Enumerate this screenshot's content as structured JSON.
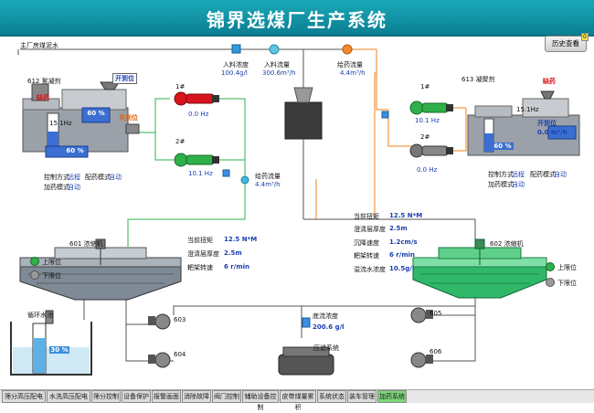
{
  "title": "锦界选煤厂生产系统",
  "history_button": "历史查看",
  "history_badge": "0",
  "main_plant": "主厂房煤泥水",
  "feed": {
    "conc_label": "入料浓度",
    "conc_value": "100.4g/l",
    "flow_label": "入料流量",
    "flow_value": "300.6m³/h"
  },
  "dosing_top": {
    "label": "给药流量",
    "value": "4.4m³/h"
  },
  "dosing_left": {
    "label": "给药流量",
    "value": "4.4m³/h"
  },
  "left_agent": {
    "title": "612 絮凝剂",
    "fault": "缺药",
    "freq": "15.1Hz",
    "open": "开到位",
    "close": "关到位",
    "pct1": "60 %",
    "pct2": "60 %",
    "ctrl_label": "控制方式",
    "ctrl_value": "远程",
    "mix_label": "配药模式",
    "mix_value": "自动",
    "add_label": "加药模式",
    "add_value": "自动"
  },
  "right_agent": {
    "title": "613 凝聚剂",
    "fault": "缺药",
    "freq": "15.1Hz",
    "open": "开到位",
    "flow": "0.0 m³/h",
    "pct": "60 %",
    "ctrl_label": "控制方式",
    "ctrl_value": "远程",
    "mix_label": "配药模式",
    "mix_value": "自动",
    "add_label": "加药模式",
    "add_value": "自动"
  },
  "pumps_left": [
    {
      "name": "1#",
      "freq": "0.0 Hz"
    },
    {
      "name": "2#",
      "freq": "10.1 Hz"
    }
  ],
  "pumps_right": [
    {
      "name": "1#",
      "freq": "10.1 Hz"
    },
    {
      "name": "2#",
      "freq": "0.0 Hz"
    }
  ],
  "thickener_left": {
    "title": "601 浓缩机",
    "torque_label": "当前扭矩",
    "torque_value": "12.5 N*M",
    "clear_label": "澄清层厚度",
    "clear_value": "2.5m",
    "speed_label": "耙架转速",
    "speed_value": "6 r/min",
    "upper": "上限位",
    "lower": "下限位"
  },
  "thickener_right": {
    "title": "602 浓缩机",
    "torque_label": "当前扭矩",
    "torque_value": "12.5 N*M",
    "clear_label": "澄清层厚度",
    "clear_value": "2.5m",
    "sink_label": "沉降速度",
    "sink_value": "1.2cm/s",
    "speed_label": "耙架转速",
    "speed_value": "6 r/min",
    "overflow_label": "溢流水浓度",
    "overflow_value": "10.5g/l",
    "upper": "上限位",
    "lower": "下限位"
  },
  "circ_pool": {
    "title": "循环水池",
    "pct": "30 %"
  },
  "underflow": {
    "label": "底流浓度",
    "value": "200.6 g/l"
  },
  "press_system": "压滤系统",
  "pump_labels": [
    "603",
    "604",
    "605",
    "606"
  ],
  "tabs": [
    "筛分高压配电",
    "水洗高压配电",
    "筛分控制",
    "设备保护",
    "报警画面",
    "消除故障",
    "阀门控制",
    "辅助设备控制",
    "皮带煤量累积",
    "系统状态",
    "装车管理",
    "加药系统"
  ]
}
